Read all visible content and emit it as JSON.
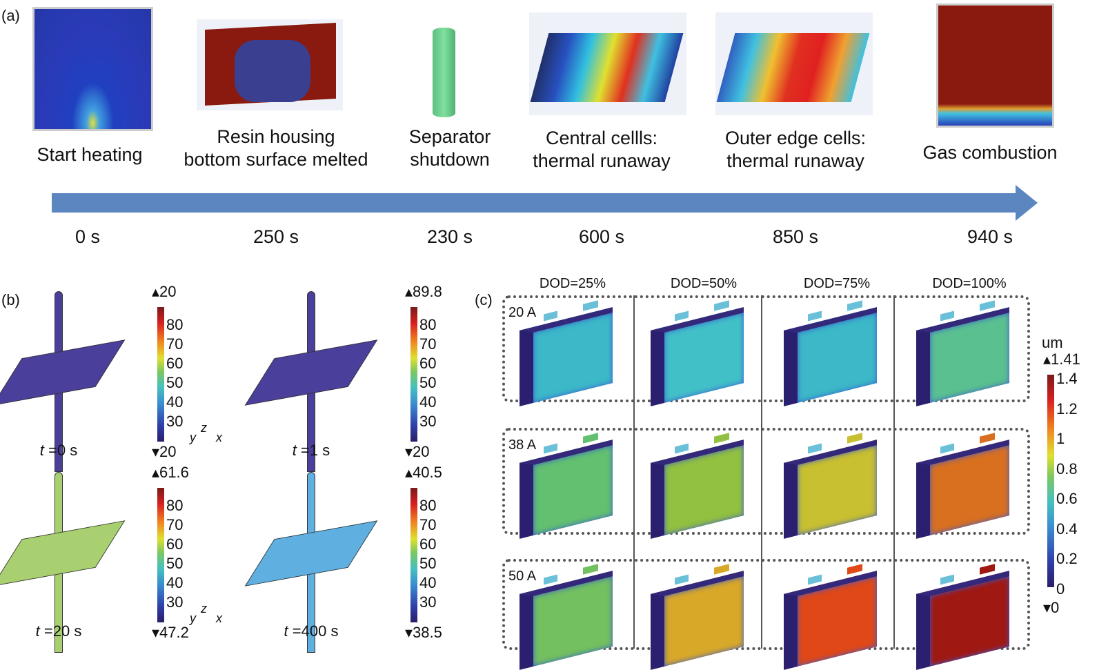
{
  "panel_a": {
    "label": "(a)",
    "stages": [
      {
        "caption": [
          "Start heating"
        ],
        "time": "0 s"
      },
      {
        "caption": [
          "Resin housing",
          "bottom surface melted"
        ],
        "time": "250 s"
      },
      {
        "caption": [
          "Separator",
          "shutdown"
        ],
        "time": "230 s"
      },
      {
        "caption": [
          "Central cellls:",
          "thermal runaway"
        ],
        "time": "600 s"
      },
      {
        "caption": [
          "Outer edge cells:",
          "thermal runaway"
        ],
        "time": "850 s"
      },
      {
        "caption": [
          "Gas combustion"
        ],
        "time": "940 s"
      }
    ],
    "arrow_color": "#5b86c0"
  },
  "panel_b": {
    "label": "(b)",
    "plots": [
      {
        "time_prefix": "t",
        "time": " =0 s",
        "max": "20",
        "min": "20",
        "ticks": [
          "80",
          "70",
          "60",
          "50",
          "40",
          "30"
        ],
        "color": "#4a3f9a"
      },
      {
        "time_prefix": "t",
        "time": " =1 s",
        "max": "89.8",
        "min": "20",
        "ticks": [
          "80",
          "70",
          "60",
          "50",
          "40",
          "30"
        ],
        "color": "#4a3f9a"
      },
      {
        "time_prefix": "t",
        "time": " =20 s",
        "max": "61.6",
        "min": "47.2",
        "ticks": [
          "80",
          "70",
          "60",
          "50",
          "40",
          "30"
        ],
        "color": "#a8d070"
      },
      {
        "time_prefix": "t",
        "time": " =400 s",
        "max": "40.5",
        "min": "38.5",
        "ticks": [
          "80",
          "70",
          "60",
          "50",
          "40",
          "30"
        ],
        "color": "#5fb0e0"
      }
    ],
    "axes": {
      "x": "x",
      "y": "y",
      "z": "z"
    }
  },
  "panel_c": {
    "label": "(c)",
    "columns": [
      "DOD=25%",
      "DOD=50%",
      "DOD=75%",
      "DOD=100%"
    ],
    "rows": [
      {
        "current": "20 A",
        "colors": [
          "#3cb8c8",
          "#42c0c8",
          "#3cb8c8",
          "#5ac090"
        ]
      },
      {
        "current": "38 A",
        "colors": [
          "#62c070",
          "#92c040",
          "#c8c030",
          "#d87020"
        ]
      },
      {
        "current": "50 A",
        "colors": [
          "#72c060",
          "#d8a828",
          "#e04818",
          "#a01812"
        ]
      }
    ],
    "colorbar": {
      "unit": "um",
      "max": "1.41",
      "min": "0",
      "ticks": [
        "1.4",
        "1.2",
        "1",
        "0.8",
        "0.6",
        "0.4",
        "0.2",
        "0"
      ]
    }
  }
}
